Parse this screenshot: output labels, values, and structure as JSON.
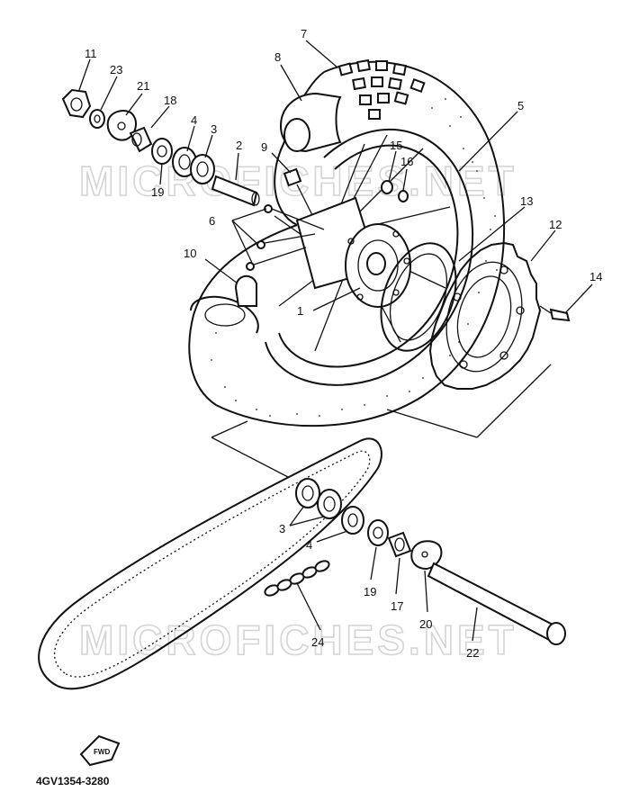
{
  "diagram": {
    "part_code": "4GV1354-3280",
    "watermark": "MICROFICHES.NET",
    "fwd_label": "FWD",
    "callouts": [
      "1",
      "2",
      "3",
      "4",
      "5",
      "6",
      "7",
      "8",
      "9",
      "10",
      "11",
      "12",
      "13",
      "14",
      "15",
      "16",
      "17",
      "18",
      "19",
      "20",
      "21",
      "22",
      "23",
      "24",
      "3",
      "4",
      "19"
    ]
  }
}
